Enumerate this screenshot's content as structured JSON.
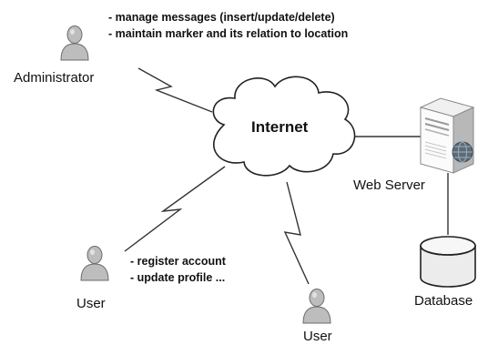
{
  "title": "",
  "nodes": {
    "administrator": {
      "label": "Administrator",
      "icon": "user-icon"
    },
    "internet": {
      "label": "Internet",
      "icon": "cloud-icon"
    },
    "web_server": {
      "label": "Web Server",
      "icon": "server-icon"
    },
    "database": {
      "label": "Database",
      "icon": "database-icon"
    },
    "user_left": {
      "label": "User",
      "icon": "user-icon"
    },
    "user_bottom": {
      "label": "User",
      "icon": "user-icon"
    }
  },
  "notes": {
    "administrator": [
      "- manage messages  (insert/update/delete)",
      "- maintain marker and its relation to location"
    ],
    "user": [
      "- register account",
      "- update profile ..."
    ]
  },
  "connections": [
    {
      "from": "administrator",
      "to": "internet",
      "style": "wireless"
    },
    {
      "from": "user_left",
      "to": "internet",
      "style": "wireless"
    },
    {
      "from": "user_bottom",
      "to": "internet",
      "style": "wireless"
    },
    {
      "from": "internet",
      "to": "web_server",
      "style": "wired"
    },
    {
      "from": "web_server",
      "to": "database",
      "style": "wired"
    }
  ],
  "colors": {
    "line": "#333333",
    "person_fill": "#bdbdbd",
    "person_stroke": "#6b6b6b",
    "cloud_fill": "#ffffff",
    "server_body": "#e6e6e6",
    "server_front": "#fbfbfb",
    "server_side": "#b8b8b8",
    "database_fill": "#ececec"
  }
}
